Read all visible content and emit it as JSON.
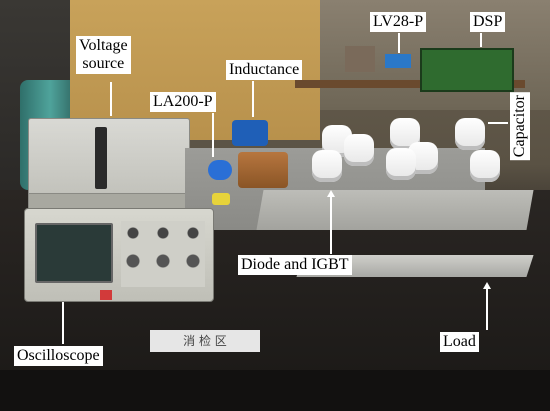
{
  "labels": {
    "voltage_source_line1": "Voltage",
    "voltage_source_line2": "source",
    "inductance": "Inductance",
    "la200p": "LA200-P",
    "lv28p": "LV28-P",
    "dsp": "DSP",
    "capacitor": "Capacitor",
    "diode_igbt": "Diode and IGBT",
    "oscilloscope": "Oscilloscope",
    "load": "Load"
  },
  "scene": {
    "bench_sign_text": "消 检 区"
  }
}
